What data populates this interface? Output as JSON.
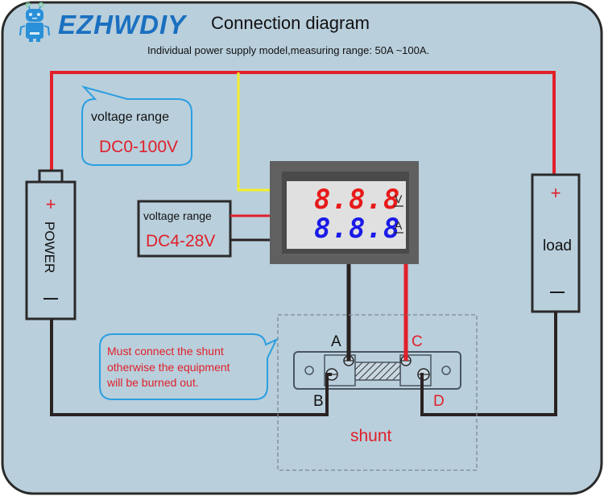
{
  "header": {
    "brand": "EZHWDIY",
    "title": "Connection diagram",
    "subtitle": "Individual power supply model,measuring range: 50A ~100A.",
    "logo_icon": "robot-icon"
  },
  "callouts": {
    "measure_voltage": {
      "label": "voltage range",
      "value": "DC0-100V"
    },
    "supply_voltage": {
      "label": "voltage range",
      "value": "DC4-28V"
    },
    "warning": {
      "lines": [
        "Must connect the shunt",
        "otherwise the equipment",
        "will be burned out."
      ]
    }
  },
  "power": {
    "label": "POWER",
    "plus": "+",
    "minus": "—"
  },
  "load": {
    "label": "load",
    "plus": "+",
    "minus": "—"
  },
  "meter": {
    "voltage_display": "8.8.8",
    "current_display": "8.8.8",
    "voltage_unit": "V",
    "current_unit": "A"
  },
  "shunt": {
    "label": "shunt",
    "terminals": {
      "a": "A",
      "b": "B",
      "c": "C",
      "d": "D"
    }
  },
  "colors": {
    "background": "#b9cfdc",
    "frame": "#2a2a2a",
    "wire_red": "#e0202a",
    "wire_black": "#2a2222",
    "wire_yellow": "#f2ee2a",
    "brand_blue": "#1a70c0",
    "callout_blue": "#2a9ee0",
    "text_red": "#e0202a",
    "seg_red": "#e81a1a",
    "seg_blue": "#1a1ae8"
  }
}
